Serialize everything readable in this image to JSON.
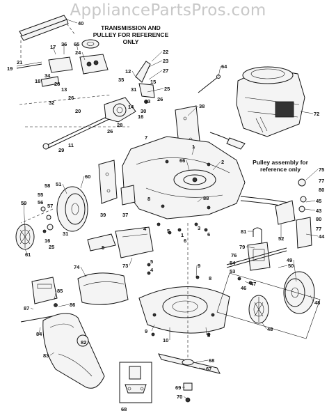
{
  "watermark": "AppliancePartsPros.com",
  "notes": {
    "transmission": "TRANSMISSION AND PULLEY FOR REFERENCE ONLY",
    "pulley": "Pulley assembly for reference only"
  },
  "labels": [
    {
      "id": "l40",
      "text": "40"
    },
    {
      "id": "l19",
      "text": "19"
    },
    {
      "id": "l21",
      "text": "21"
    },
    {
      "id": "l17",
      "text": "17"
    },
    {
      "id": "l36",
      "text": "36"
    },
    {
      "id": "l65",
      "text": "65"
    },
    {
      "id": "l24",
      "text": "24"
    },
    {
      "id": "l34",
      "text": "34"
    },
    {
      "id": "l18",
      "text": "18"
    },
    {
      "id": "l28",
      "text": "28"
    },
    {
      "id": "l13",
      "text": "13"
    },
    {
      "id": "l26a",
      "text": "26"
    },
    {
      "id": "l32",
      "text": "32"
    },
    {
      "id": "l22",
      "text": "22"
    },
    {
      "id": "l23",
      "text": "23"
    },
    {
      "id": "l12",
      "text": "12"
    },
    {
      "id": "l27",
      "text": "27"
    },
    {
      "id": "l35",
      "text": "35"
    },
    {
      "id": "l15",
      "text": "15"
    },
    {
      "id": "l25",
      "text": "25"
    },
    {
      "id": "l31a",
      "text": "31"
    },
    {
      "id": "l26b",
      "text": "26"
    },
    {
      "id": "l33",
      "text": "33"
    },
    {
      "id": "l30",
      "text": "30"
    },
    {
      "id": "l64",
      "text": "64"
    },
    {
      "id": "l20",
      "text": "20"
    },
    {
      "id": "l14",
      "text": "14"
    },
    {
      "id": "l16a",
      "text": "16"
    },
    {
      "id": "l26c",
      "text": "26"
    },
    {
      "id": "l28b",
      "text": "28"
    },
    {
      "id": "l11",
      "text": "11"
    },
    {
      "id": "l29",
      "text": "29"
    },
    {
      "id": "l38",
      "text": "38"
    },
    {
      "id": "l72",
      "text": "72"
    },
    {
      "id": "l7",
      "text": "7"
    },
    {
      "id": "l1a",
      "text": "1"
    },
    {
      "id": "l2",
      "text": "2"
    },
    {
      "id": "l66",
      "text": "66"
    },
    {
      "id": "l75",
      "text": "75"
    },
    {
      "id": "l77a",
      "text": "77"
    },
    {
      "id": "l80a",
      "text": "80"
    },
    {
      "id": "l60",
      "text": "60"
    },
    {
      "id": "l51",
      "text": "51"
    },
    {
      "id": "l58",
      "text": "58"
    },
    {
      "id": "l55",
      "text": "55"
    },
    {
      "id": "l56",
      "text": "56"
    },
    {
      "id": "l57",
      "text": "57"
    },
    {
      "id": "l59",
      "text": "59"
    },
    {
      "id": "l39",
      "text": "39"
    },
    {
      "id": "l37",
      "text": "37"
    },
    {
      "id": "l8a",
      "text": "8"
    },
    {
      "id": "l88",
      "text": "88"
    },
    {
      "id": "l45",
      "text": "45"
    },
    {
      "id": "l43",
      "text": "43"
    },
    {
      "id": "l80b",
      "text": "80"
    },
    {
      "id": "l77b",
      "text": "77"
    },
    {
      "id": "l44",
      "text": "44"
    },
    {
      "id": "l25b",
      "text": "25"
    },
    {
      "id": "l16b",
      "text": "16"
    },
    {
      "id": "l31b",
      "text": "31"
    },
    {
      "id": "l61",
      "text": "61"
    },
    {
      "id": "l4a",
      "text": "4"
    },
    {
      "id": "l5a",
      "text": "5"
    },
    {
      "id": "l1b",
      "text": "1"
    },
    {
      "id": "l3",
      "text": "3"
    },
    {
      "id": "l6a",
      "text": "6"
    },
    {
      "id": "l6b",
      "text": "6"
    },
    {
      "id": "l52",
      "text": "52"
    },
    {
      "id": "l81",
      "text": "81"
    },
    {
      "id": "l79",
      "text": "79"
    },
    {
      "id": "l76",
      "text": "76"
    },
    {
      "id": "l54",
      "text": "54"
    },
    {
      "id": "l53",
      "text": "53"
    },
    {
      "id": "l49",
      "text": "49"
    },
    {
      "id": "l50",
      "text": "50"
    },
    {
      "id": "l5b",
      "text": "5"
    },
    {
      "id": "l73",
      "text": "73"
    },
    {
      "id": "l5c",
      "text": "5"
    },
    {
      "id": "l4b",
      "text": "4"
    },
    {
      "id": "l74",
      "text": "74"
    },
    {
      "id": "l9a",
      "text": "9"
    },
    {
      "id": "l8b",
      "text": "8"
    },
    {
      "id": "l47",
      "text": "47"
    },
    {
      "id": "l46",
      "text": "46"
    },
    {
      "id": "l85",
      "text": "85"
    },
    {
      "id": "l87",
      "text": "87"
    },
    {
      "id": "l86",
      "text": "86"
    },
    {
      "id": "l84",
      "text": "84"
    },
    {
      "id": "l82",
      "text": "82"
    },
    {
      "id": "l83",
      "text": "83"
    },
    {
      "id": "l9b",
      "text": "9"
    },
    {
      "id": "l10",
      "text": "10"
    },
    {
      "id": "l8c",
      "text": "8"
    },
    {
      "id": "l48a",
      "text": "48"
    },
    {
      "id": "l48b",
      "text": "48"
    },
    {
      "id": "l68a",
      "text": "68"
    },
    {
      "id": "l67",
      "text": "67"
    },
    {
      "id": "l69",
      "text": "69"
    },
    {
      "id": "l70",
      "text": "70"
    },
    {
      "id": "l68b",
      "text": "68"
    }
  ]
}
